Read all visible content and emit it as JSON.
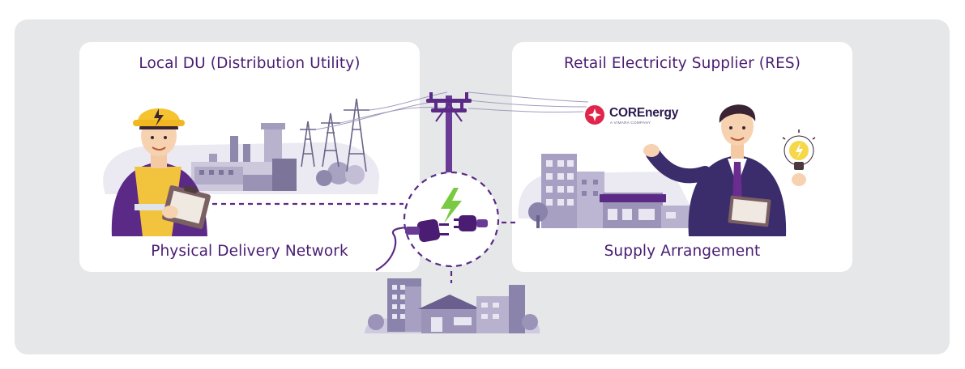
{
  "left_panel": {
    "title": "Local DU (Distribution Utility)",
    "subtitle": "Physical Delivery Network"
  },
  "right_panel": {
    "title": "Retail Electricity Supplier (RES)",
    "subtitle": "Supply Arrangement"
  },
  "brand": {
    "name": "COREnergy",
    "tagline": "A VIMARA COMPANY"
  },
  "icons": [
    "worker-icon",
    "clipboard-icon",
    "industrial-plant-icon",
    "transmission-tower-icon",
    "utility-pole-icon",
    "lightning-bolt-icon",
    "plug-icon",
    "socket-icon",
    "city-buildings-icon",
    "businessman-icon",
    "light-bulb-icon",
    "corenergy-logo-icon"
  ],
  "colors": {
    "background": "#e6e7e9",
    "card": "#ffffff",
    "title_text": "#4a1d73",
    "accent_purple": "#5b2a86",
    "brand_red": "#e0254a",
    "bolt_green": "#7ac943",
    "building_lavender": "#9b93b8"
  }
}
